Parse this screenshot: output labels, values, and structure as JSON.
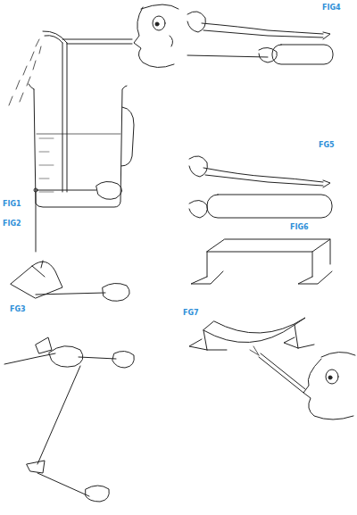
{
  "diagram": {
    "labels": [
      "FIG1",
      "FIG2",
      "FG3",
      "FIG4",
      "FG5",
      "FIG6",
      "FG7"
    ]
  }
}
